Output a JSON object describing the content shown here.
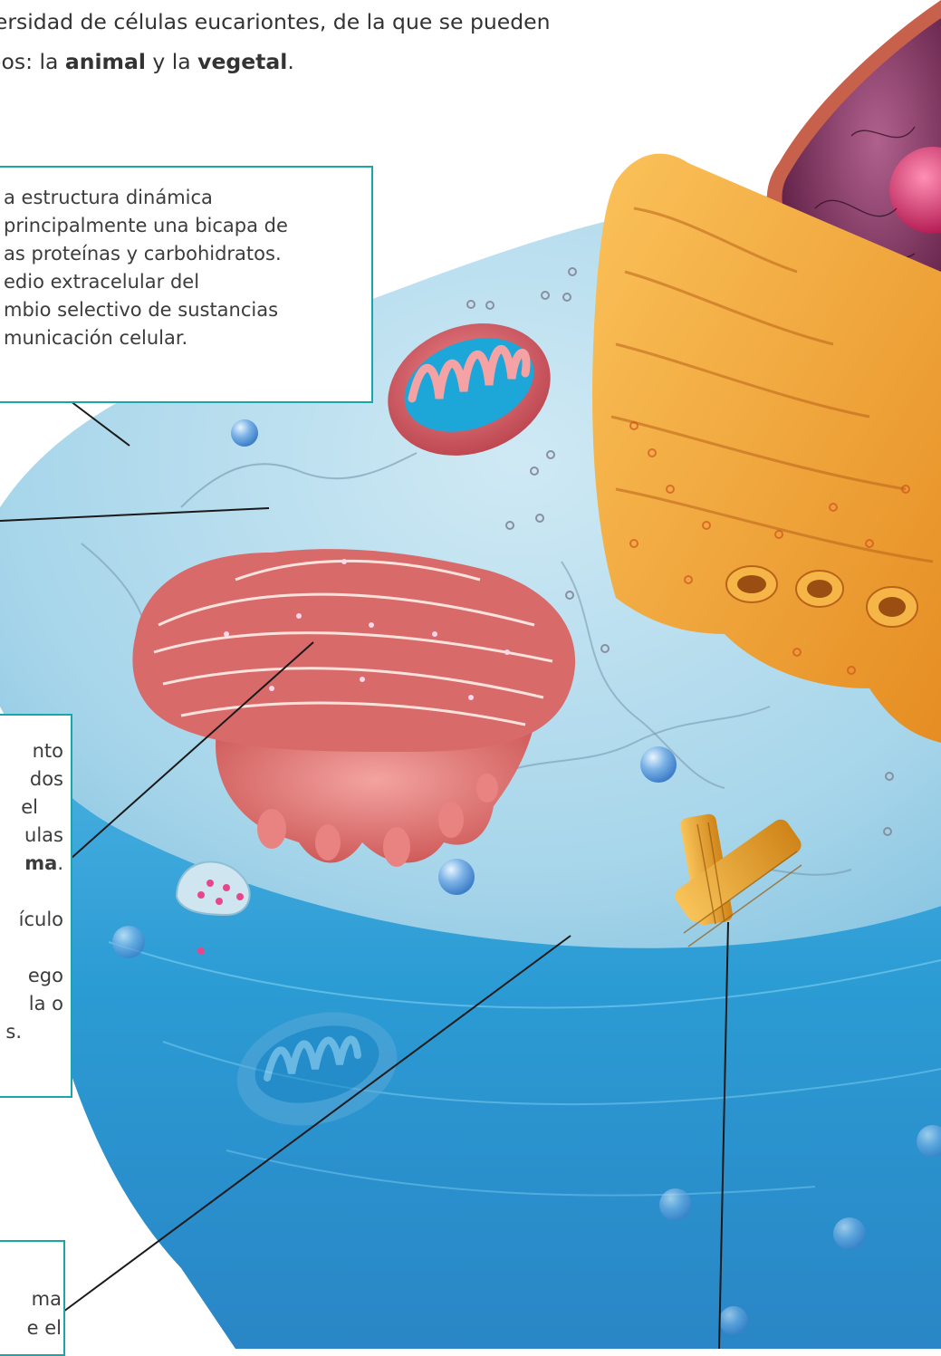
{
  "intro": {
    "line1": "versidad de células eucariontes, de la que se pueden",
    "line2_pre": "ipos: la ",
    "line2_b1": "animal",
    "line2_mid": " y la ",
    "line2_b2": "vegetal",
    "line2_end": "."
  },
  "membrane_box": {
    "lines": [
      "a estructura dinámica",
      "principalmente una bicapa de",
      "as proteínas y carbohidratos.",
      "edio extracelular del",
      "mbio selectivo de sustancias",
      "municación celular."
    ]
  },
  "golgi_box": {
    "line1": "nto",
    "line2": "dos",
    "line3": "el",
    "line4": "ulas",
    "line5_b": "ma",
    "line5_end": ".",
    "line6": "ículo",
    "line7": "ego",
    "line8": "la o",
    "line9": "s."
  },
  "cyto_box": {
    "line1": "ma",
    "line2": "e el"
  },
  "colors": {
    "box_border": "#19a6a8",
    "cytoplasm": "#9fd6ec",
    "cell_side": "#2a9fd6",
    "golgi": "#e0706e",
    "er": "#f0a63a",
    "nucleus": "#7b2c57"
  }
}
